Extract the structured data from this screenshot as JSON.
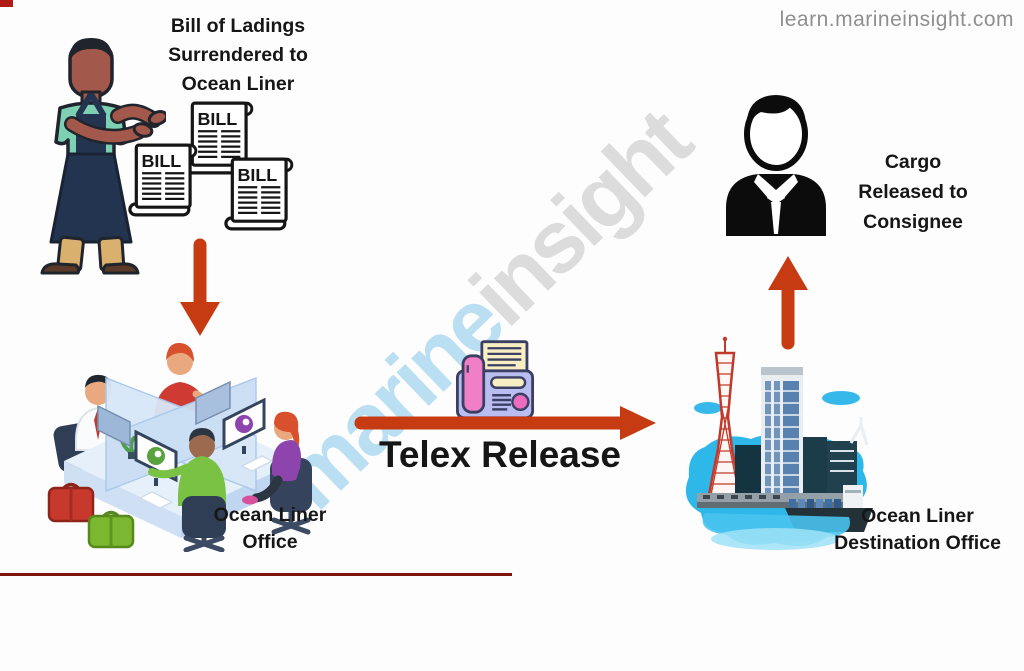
{
  "meta": {
    "site_label": "learn.marineinsight.com"
  },
  "watermark": {
    "part1": "marine",
    "part2": "insight"
  },
  "colors": {
    "arrow": "#c63b12",
    "heading_text": "#161616",
    "site_text": "#8f8f8f",
    "watermark_blue": "#b8def2",
    "watermark_gray": "#dbdbdb"
  },
  "flow": {
    "surrender": {
      "lines": [
        "Bill of Ladings",
        "Surrendered to",
        "Ocean Liner"
      ]
    },
    "office": {
      "lines": [
        "Ocean Liner",
        "Office"
      ]
    },
    "telex": {
      "label": "Telex Release"
    },
    "destination": {
      "lines": [
        "Ocean Liner",
        "Destination Office"
      ]
    },
    "consignee": {
      "lines": [
        "Cargo",
        "Released to",
        "Consignee"
      ]
    }
  },
  "documents": {
    "bill_label": "BILL"
  },
  "icons": {
    "shipper": "shipper-person-illustration",
    "bills": "bill-of-lading-scroll-icon",
    "arrow_down": "arrow-down-icon",
    "office": "office-team-illustration",
    "fax": "fax-machine-icon",
    "arrow_right": "arrow-right-icon",
    "city": "destination-port-illustration",
    "arrow_up": "arrow-up-icon",
    "consignee": "consignee-person-icon"
  }
}
